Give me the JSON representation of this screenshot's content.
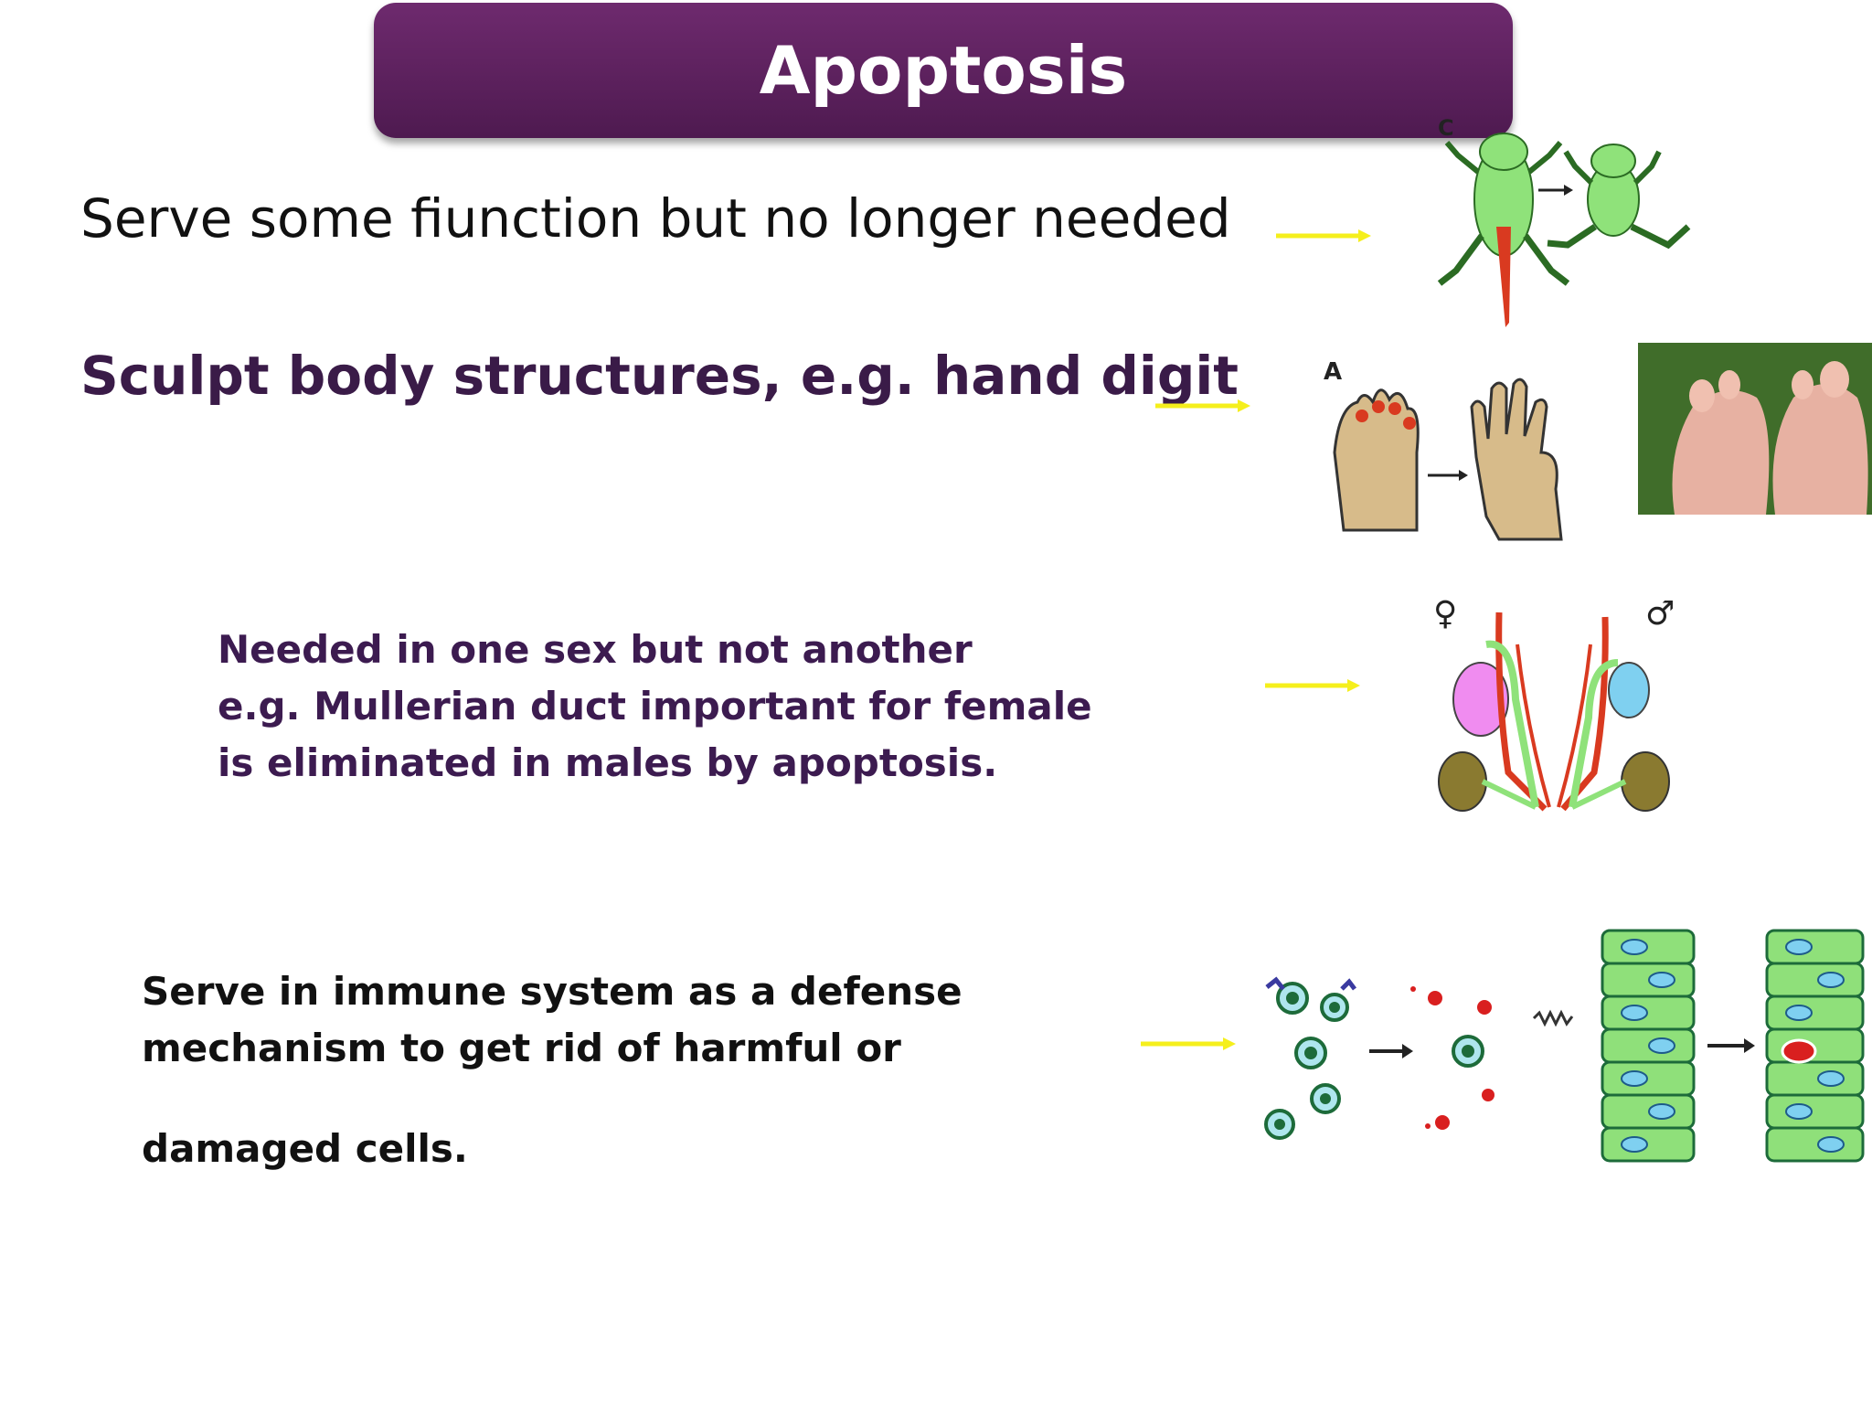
{
  "slide": {
    "title": "Apoptosis",
    "point1": "Serve some fiunction but no longer needed",
    "point2": "Sculpt body structures, e.g. hand digit",
    "point3": [
      "Needed in one sex but not another",
      "e.g. Mullerian duct important for female",
      "is eliminated in males by apoptosis."
    ],
    "point4": [
      "Serve in immune system as a defense",
      "mechanism to get rid of harmful or",
      "damaged cells."
    ]
  },
  "figures": {
    "tadpole_label": "C",
    "hand_label": "A",
    "female_symbol": "♀",
    "male_symbol": "♂"
  },
  "colors": {
    "title_bg": "#5e2260",
    "arrow": "#f5ef1c",
    "frog_green": "#8fe27a",
    "apoptosis_red": "#d93a20",
    "hand_tan": "#d7bb8a",
    "cell_green": "#8fe07a"
  }
}
